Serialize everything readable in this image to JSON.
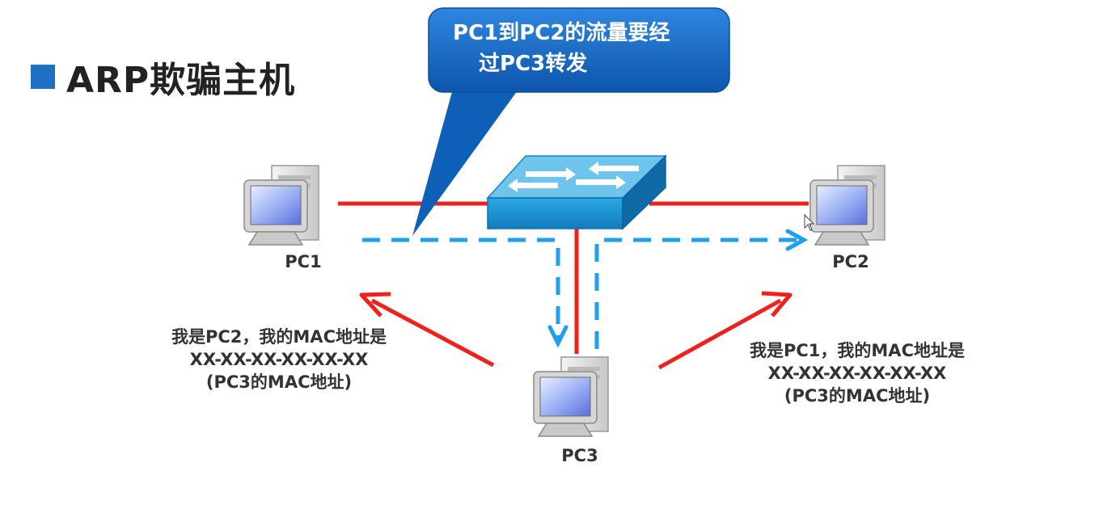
{
  "slide": {
    "title": "ARP欺骗主机"
  },
  "callout": {
    "line1": "PC1到PC2的流量要经",
    "line2": "过PC3转发"
  },
  "nodes": {
    "pc1": "PC1",
    "pc2": "PC2",
    "pc3": "PC3"
  },
  "messages": {
    "left": {
      "line1": "我是PC2，我的MAC地址是",
      "line2": "XX-XX-XX-XX-XX-XX",
      "line3": "(PC3的MAC地址)"
    },
    "right": {
      "line1": "我是PC1，我的MAC地址是",
      "line2": "XX-XX-XX-XX-XX-XX",
      "line3": "(PC3的MAC地址)"
    }
  },
  "colors": {
    "link": "#f0201a",
    "traffic": "#1ea0ea",
    "callout": "#1665c1",
    "switch": "#1e9ad6"
  }
}
